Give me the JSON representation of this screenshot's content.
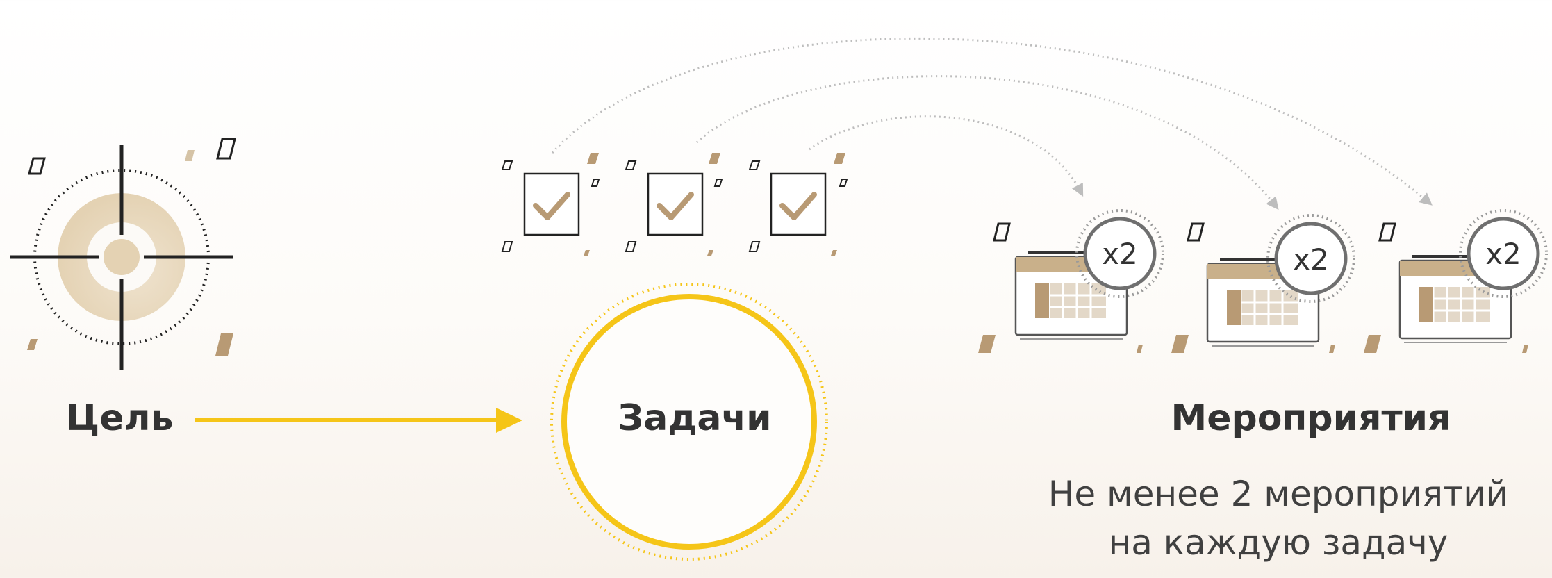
{
  "goal": {
    "label": "Цель"
  },
  "tasks": {
    "label": "Задачи",
    "count": 3
  },
  "events": {
    "label": "Мероприятия",
    "multiplier": "x2",
    "note_line1": "Не менее 2 мероприятий",
    "note_line2": "на каждую задачу"
  },
  "colors": {
    "gold": "#F5C518",
    "tan": "#B89A74",
    "ring_light": "#E8D9BE",
    "dark": "#222222",
    "text": "#333333",
    "arc_gray": "#BDBDBD"
  },
  "icons": [
    "target-icon",
    "checkbox-icon",
    "calendar-icon",
    "arrow-right-icon"
  ]
}
